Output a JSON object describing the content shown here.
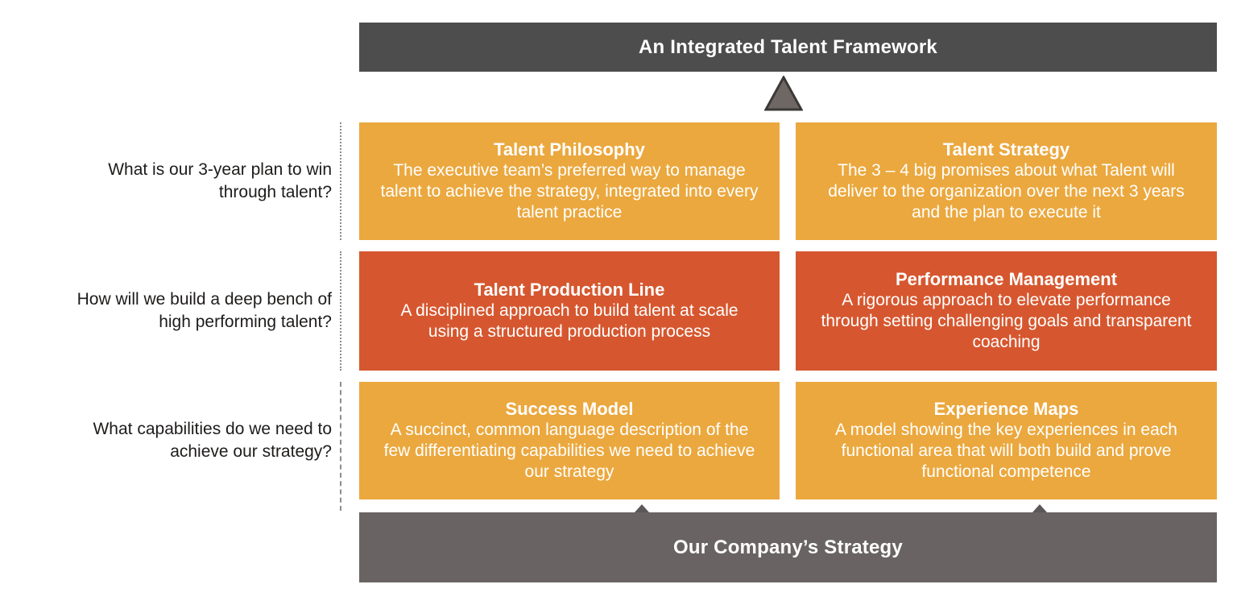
{
  "header": {
    "title": "An Integrated Talent Framework"
  },
  "footer": {
    "title": "Our Company’s Strategy"
  },
  "rows": [
    {
      "question": "What is our 3-year plan to win through talent?",
      "boxes": [
        {
          "title": "Talent Philosophy",
          "description": "The executive team’s preferred way to manage talent to achieve the strategy, integrated into every talent practice",
          "color": "#EBA83E"
        },
        {
          "title": "Talent Strategy",
          "description": "The 3 – 4 big promises about what Talent will deliver to the organization over the next 3 years and the plan to execute it",
          "color": "#EBA83E"
        }
      ]
    },
    {
      "question": "How will we build a deep bench of high performing talent?",
      "boxes": [
        {
          "title": "Talent Production Line",
          "description": "A disciplined approach to build talent at scale using a structured production process",
          "color": "#D6572F"
        },
        {
          "title": "Performance Management",
          "description": "A rigorous approach to elevate performance through setting challenging goals and transparent coaching",
          "color": "#D6572F"
        }
      ]
    },
    {
      "question": "What capabilities do we need to achieve our strategy?",
      "boxes": [
        {
          "title": "Success Model",
          "description": "A succinct, common language description of the few differentiating capabilities we need to achieve our strategy",
          "color": "#EBA83E"
        },
        {
          "title": "Experience Maps",
          "description": "A model showing the key experiences in each functional area that will both build and prove functional competence",
          "color": "#EBA83E"
        }
      ]
    }
  ],
  "colors": {
    "amber": "#EBA83E",
    "red_orange": "#D6572F",
    "top_bar": "#4D4D4D",
    "bottom_bar": "#696463",
    "triangle_fill": "#6E6764",
    "triangle_border": "#3C3938",
    "small_triangle": "#5C5857",
    "divider": "#8C8C8C",
    "question_text": "#1E1C1B",
    "box_text": "#FFFFFF"
  }
}
